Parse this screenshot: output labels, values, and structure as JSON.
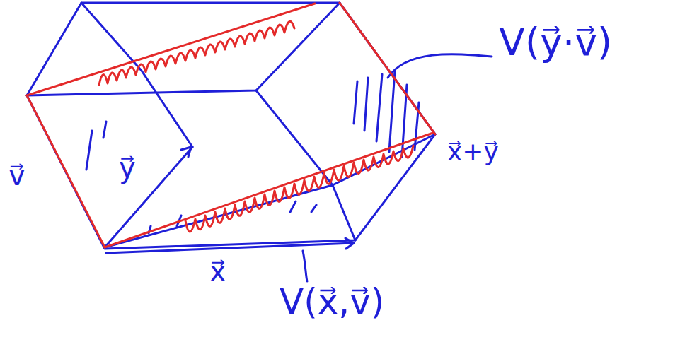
{
  "diagram": {
    "labels": [
      "V(y⃗·v⃗)",
      "V(x⃗,v⃗)",
      "v⃗",
      "y⃗",
      "x⃗",
      "x⃗+y⃗"
    ]
  }
}
